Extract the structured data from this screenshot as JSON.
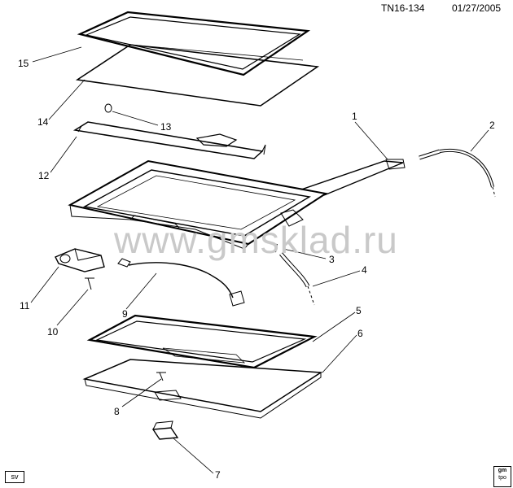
{
  "header": {
    "code": "TN16-134",
    "date": "01/27/2005"
  },
  "watermark": "www.gmsklad.ru",
  "corner_label": "sv",
  "badge": {
    "line1": "gm",
    "line2": "tpo"
  },
  "callouts": [
    "1",
    "2",
    "3",
    "4",
    "5",
    "6",
    "7",
    "8",
    "9",
    "10",
    "11",
    "12",
    "13",
    "14",
    "15"
  ]
}
